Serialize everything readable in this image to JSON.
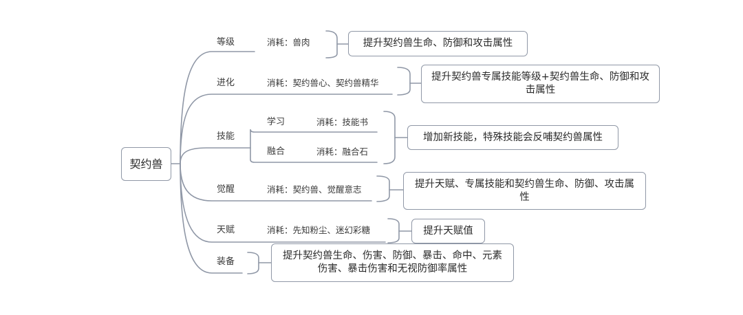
{
  "root": {
    "label": "契约兽"
  },
  "branches": [
    {
      "label": "等级",
      "cost": "消耗：兽肉",
      "result": "提升契约兽生命、防御和攻击属性"
    },
    {
      "label": "进化",
      "cost": "消耗：契约兽心、契约兽精华",
      "result": "提升契约兽专属技能等级+契约兽生命、防御和攻击属性"
    },
    {
      "label": "技能",
      "subs": [
        {
          "label": "学习",
          "cost": "消耗：技能书"
        },
        {
          "label": "融合",
          "cost": "消耗：融合石"
        }
      ],
      "result": "增加新技能，特殊技能会反哺契约兽属性"
    },
    {
      "label": "觉醒",
      "cost": "消耗：契约兽、觉醒意志",
      "result": "提升天赋、专属技能和契约兽生命、防御、攻击属性"
    },
    {
      "label": "天赋",
      "cost": "消耗：先知粉尘、迷幻彩糖",
      "result": "提升天赋值"
    },
    {
      "label": "装备",
      "result": "提升契约兽生命、伤害、防御、暴击、命中、元素伤害、暴击伤害和无视防御率属性"
    }
  ]
}
